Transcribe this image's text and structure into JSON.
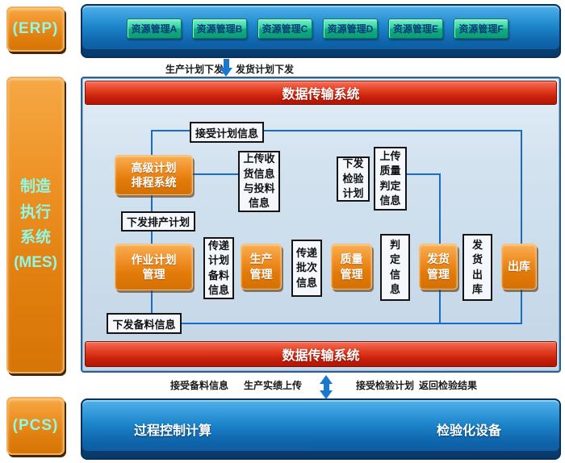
{
  "left_column": {
    "erp_label": "(ERP)",
    "mes_lines": [
      "制造",
      "执行",
      "系统",
      "(MES)"
    ],
    "pcs_label": "(PCS)"
  },
  "erp_bar": {
    "buttons": [
      "资源管理A",
      "资源管理B",
      "资源管理C",
      "资源管理D",
      "资源管理E",
      "资源管理F"
    ]
  },
  "flow_top": {
    "left": "生产计划下发",
    "right": "发货计划下发"
  },
  "panel": {
    "bus_top": "数据传输系统",
    "bus_bottom": "数据传输系统",
    "nodes": {
      "aps": {
        "lines": [
          "高级计划",
          "排程系统"
        ]
      },
      "job": {
        "lines": [
          "作业计划",
          "管理"
        ]
      },
      "prod": {
        "lines": [
          "生产",
          "管理"
        ]
      },
      "quality": {
        "lines": [
          "质量",
          "管理"
        ]
      },
      "ship": {
        "lines": [
          "发货",
          "管理"
        ]
      },
      "outbound": {
        "lines": [
          "出库"
        ]
      }
    },
    "labels": {
      "accept_plan": "接受计划信息",
      "upload_receipt": {
        "lines": [
          "上传收",
          "货信息",
          "与投料",
          "信息"
        ]
      },
      "issue_inspect": {
        "lines": [
          "下发",
          "检验",
          "计划"
        ]
      },
      "upload_quality": {
        "lines": [
          "上传",
          "质量",
          "判定",
          "信息"
        ]
      },
      "issue_schedule": "下发排产计划",
      "pass_material": {
        "lines": [
          "传递",
          "计划",
          "备料",
          "信息"
        ]
      },
      "pass_batch": {
        "lines": [
          "传递",
          "批次",
          "信息"
        ]
      },
      "judge_info": {
        "lines": [
          "判",
          "定",
          "信",
          "息"
        ]
      },
      "ship_out": {
        "lines": [
          "发",
          "货",
          "出",
          "库"
        ]
      },
      "issue_material": "下发备料信息"
    }
  },
  "flow_bottom": [
    "接受备料信息",
    "生产实绩上传",
    "接受检验计划",
    "返回检验结果"
  ],
  "pcs_bar": {
    "left_label": "过程控制计算",
    "right_label": "检验化设备"
  },
  "colors": {
    "orange_node": "#E8821A",
    "bar_blue": "#1272B8",
    "bus_red": "#CE2412",
    "button_green": "#17B488",
    "connector_blue": "#1A6ACA",
    "cyan_text": "#8FF9E6"
  }
}
